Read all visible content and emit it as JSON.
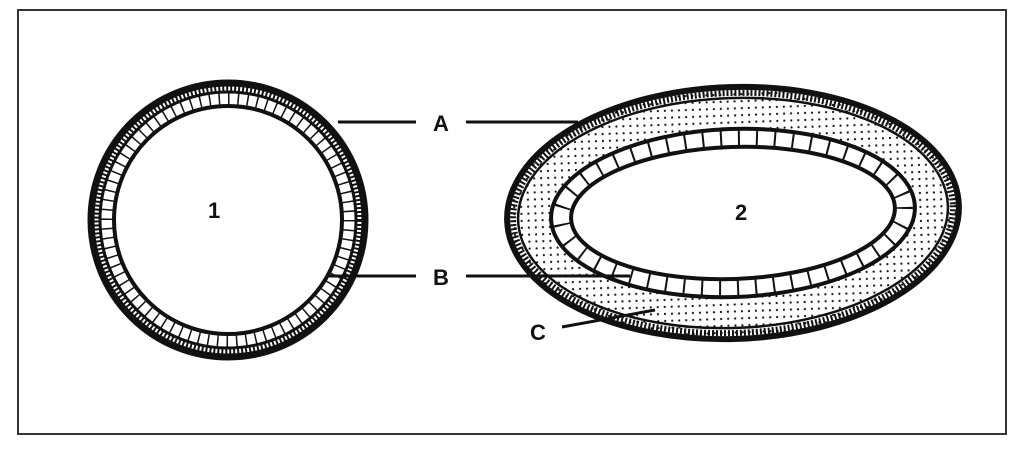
{
  "labels": {
    "a": "A",
    "b": "B",
    "c": "C",
    "one": "1",
    "two": "2"
  },
  "colors": {
    "ink": "#111111",
    "paper": "#ffffff",
    "frame": "#333333"
  }
}
